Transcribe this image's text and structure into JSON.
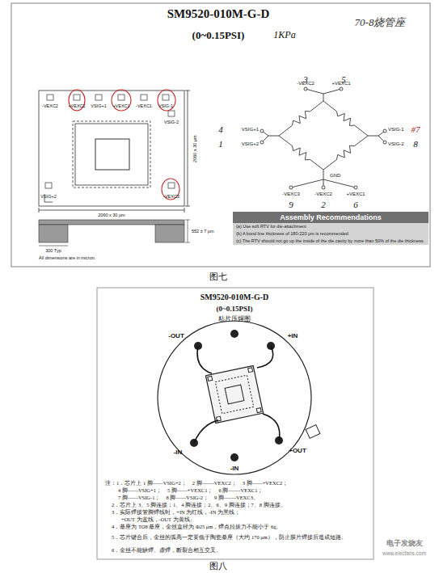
{
  "diagram": {
    "title": "SM9520-010M-G-D",
    "nodes": [
      {
        "text": [
          "Assembly Recommendations",
          "(a) Use soft RTV for die-attachment",
          "(b) A bond line thickness of 180-220 μm is recommended",
          "(c) The RTV should not go up the inside of the die cavity by more than 50% of the die thickness."
        ]
      }
    ],
    "labels": [
      "(0~0.15PSI)",
      "1KPa",
      "70-8烧管座",
      "-VEXC2",
      "+VEXC2",
      "VSIG+1",
      "+VEXC1",
      "-VEXC1",
      "VSIG-1",
      "VSIG-2",
      "-VEXC3",
      "VSIG+2",
      "2060 x 30 μm",
      "2060 x 30 μm",
      "552 ± 7 μm",
      "300 Typ",
      "All dimensions are in micron.",
      "3",
      "5",
      "-VEXC2",
      "+VEXC1",
      "4",
      "VSIG+1",
      "1",
      "VSIG+2",
      "VSIG-1",
      "#7",
      "VSIG-2",
      "8",
      "GND",
      "-VEXC3",
      "-VEXC2",
      "+VEXC1",
      "9",
      "2",
      "6",
      "图七",
      "SM9520-010M-G-D",
      "(0~0.15PSI)",
      "粘片压焊图",
      "-OUT",
      "+IN",
      "-IN",
      "+OUT",
      "-IN",
      "注：1．芯片上 1 脚——VSIG+2；　2 脚——-VEXC2；　3 脚——+VEXC2；",
      "4 脚——VSIG+1；　5 脚——+VEXC1；　6 脚——-VEXC1；",
      "7 脚——VSIG-1；　8 脚——VSIG-2；　9 脚——-VEXC3。",
      "2．芯片上 3、5 脚连接；1、4 脚连接；2、6、9 脚连接；7、8 脚连接。",
      "3．实际焊接管脚焊线时，+IN 为红线，-IN 为黑线；",
      "+OUT 为蓝线，-OUT 为黄线。",
      "4．基座为 TO8 基座，金丝直径为 Φ25 μm，焊点拉拔力不能小于 6g。",
      "5．芯片键合后，金丝的弧高一定要低于陶瓷基座（大约 170 μm），防止膜片焊接后造成短路。",
      "6．金丝不能缺焊、虚焊，断裂合相互交叉。",
      "图八",
      "电子发烧友",
      "www.elecfans.com"
    ]
  }
}
